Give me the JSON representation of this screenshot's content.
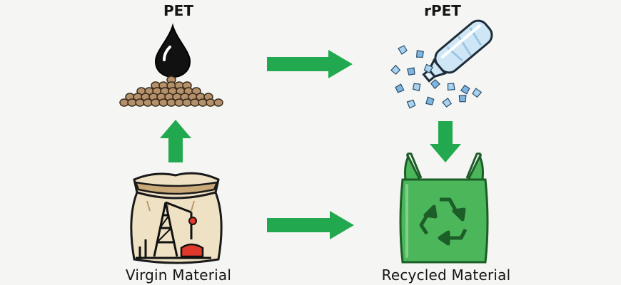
{
  "labels": {
    "pet": "PET",
    "rpet": "rPET",
    "virgin": "Virgin Material",
    "recycled": "Recycled Material"
  },
  "colors": {
    "arrow": "#22a94f",
    "bag_green": "#4cb65a",
    "sack": "#efe2c4",
    "pellet": "#b4916b",
    "bottle": "#cfe6f6",
    "oil_drop": "#111111"
  },
  "icons": [
    "oil-drop-icon",
    "pellets-icon",
    "crushed-bottle-icon",
    "recycle-icon",
    "sack-icon",
    "oil-rig-icon",
    "shopping-bag-icon"
  ]
}
